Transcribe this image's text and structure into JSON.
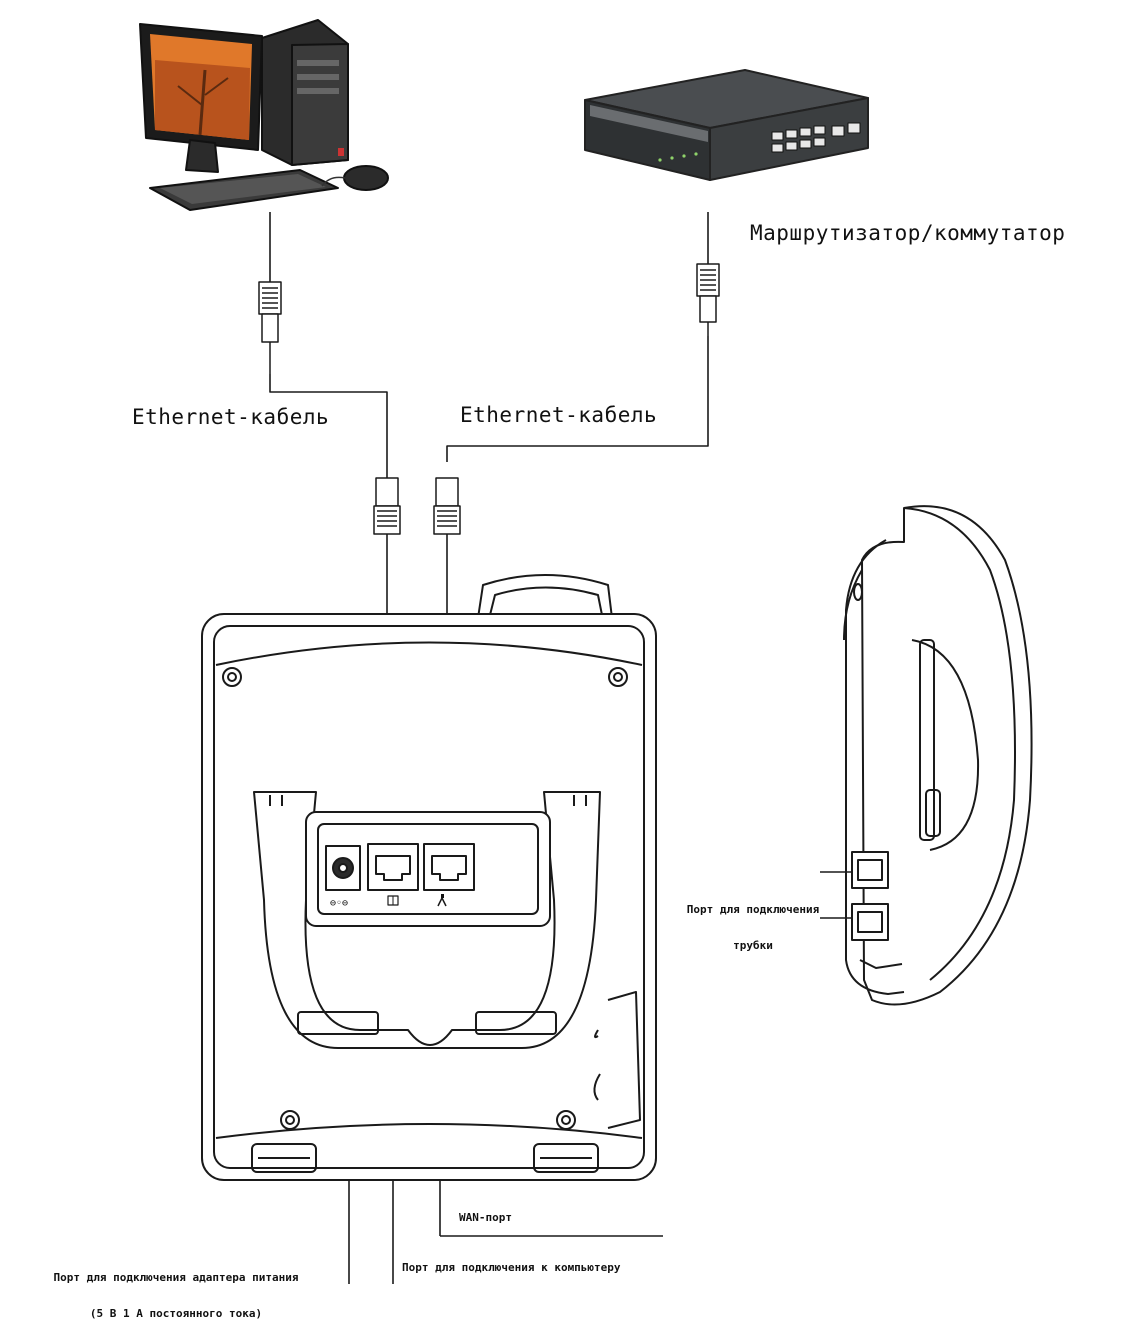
{
  "labels": {
    "router": "Маршрутизатор/коммутатор",
    "ethernet_left": "Ethernet-кабель",
    "ethernet_right": "Ethernet-кабель",
    "handset_port_line1": "Порт для подключения",
    "handset_port_line2": "трубки",
    "wan_port": "WAN-порт",
    "power_port_line1": "Порт для подключения адаптера питания",
    "power_port_line2": "(5 В 1 А постоянного тока)",
    "pc_port": "Порт для подключения к компьютеру"
  },
  "colors": {
    "line": "#1a1a1a",
    "device_dark": "#2b2b2b",
    "screen_orange": "#e0782a",
    "switch_body": "#3a3d3f"
  }
}
